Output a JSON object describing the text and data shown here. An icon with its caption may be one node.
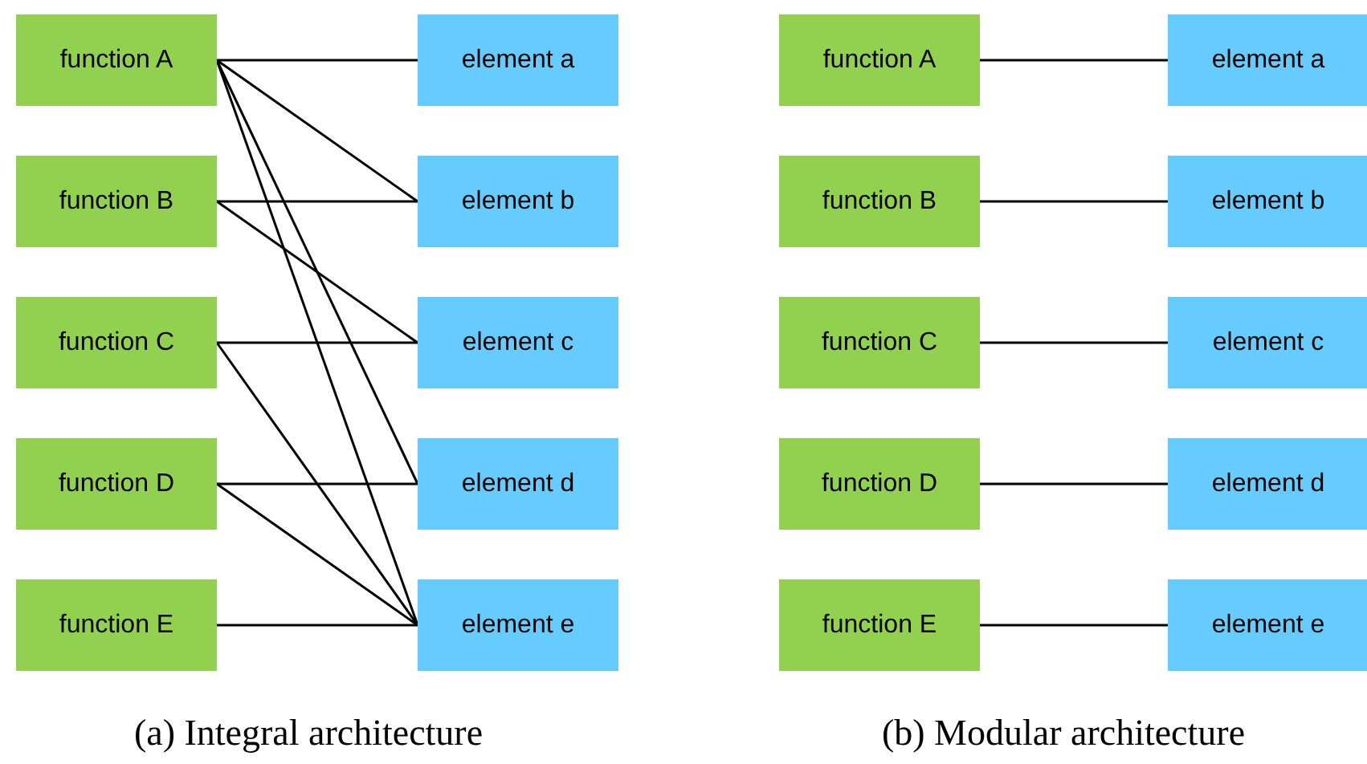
{
  "diagram": {
    "nodes": [
      {
        "text": [
          "function A"
        ]
      },
      {
        "text": [
          "function B"
        ]
      },
      {
        "text": [
          "function C"
        ]
      },
      {
        "text": [
          "function D"
        ]
      },
      {
        "text": [
          "function E"
        ]
      },
      {
        "text": [
          "element a"
        ]
      },
      {
        "text": [
          "element b"
        ]
      },
      {
        "text": [
          "element c"
        ]
      },
      {
        "text": [
          "element d"
        ]
      },
      {
        "text": [
          "element e"
        ]
      },
      {
        "text": [
          "function A"
        ]
      },
      {
        "text": [
          "function B"
        ]
      },
      {
        "text": [
          "function C"
        ]
      },
      {
        "text": [
          "function D"
        ]
      },
      {
        "text": [
          "function E"
        ]
      },
      {
        "text": [
          "element a"
        ]
      },
      {
        "text": [
          "element b"
        ]
      },
      {
        "text": [
          "element c"
        ]
      },
      {
        "text": [
          "element d"
        ]
      },
      {
        "text": [
          "element e"
        ]
      }
    ],
    "edges": [
      {
        "from": 0,
        "to": 5,
        "arrow": "none"
      },
      {
        "from": 0,
        "to": 6,
        "arrow": "none"
      },
      {
        "from": 0,
        "to": 8,
        "arrow": "none"
      },
      {
        "from": 0,
        "to": 9,
        "arrow": "none"
      },
      {
        "from": 1,
        "to": 6,
        "arrow": "none"
      },
      {
        "from": 1,
        "to": 7,
        "arrow": "none"
      },
      {
        "from": 2,
        "to": 7,
        "arrow": "none"
      },
      {
        "from": 2,
        "to": 9,
        "arrow": "none"
      },
      {
        "from": 3,
        "to": 8,
        "arrow": "none"
      },
      {
        "from": 3,
        "to": 9,
        "arrow": "none"
      },
      {
        "from": 4,
        "to": 9,
        "arrow": "none"
      },
      {
        "from": 10,
        "to": 15,
        "arrow": "none"
      },
      {
        "from": 11,
        "to": 16,
        "arrow": "none"
      },
      {
        "from": 12,
        "to": 17,
        "arrow": "none"
      },
      {
        "from": 13,
        "to": 18,
        "arrow": "none"
      },
      {
        "from": 14,
        "to": 19,
        "arrow": "none"
      }
    ],
    "labels": [
      "(a) Integral architecture",
      "(b) Modular architecture"
    ]
  }
}
